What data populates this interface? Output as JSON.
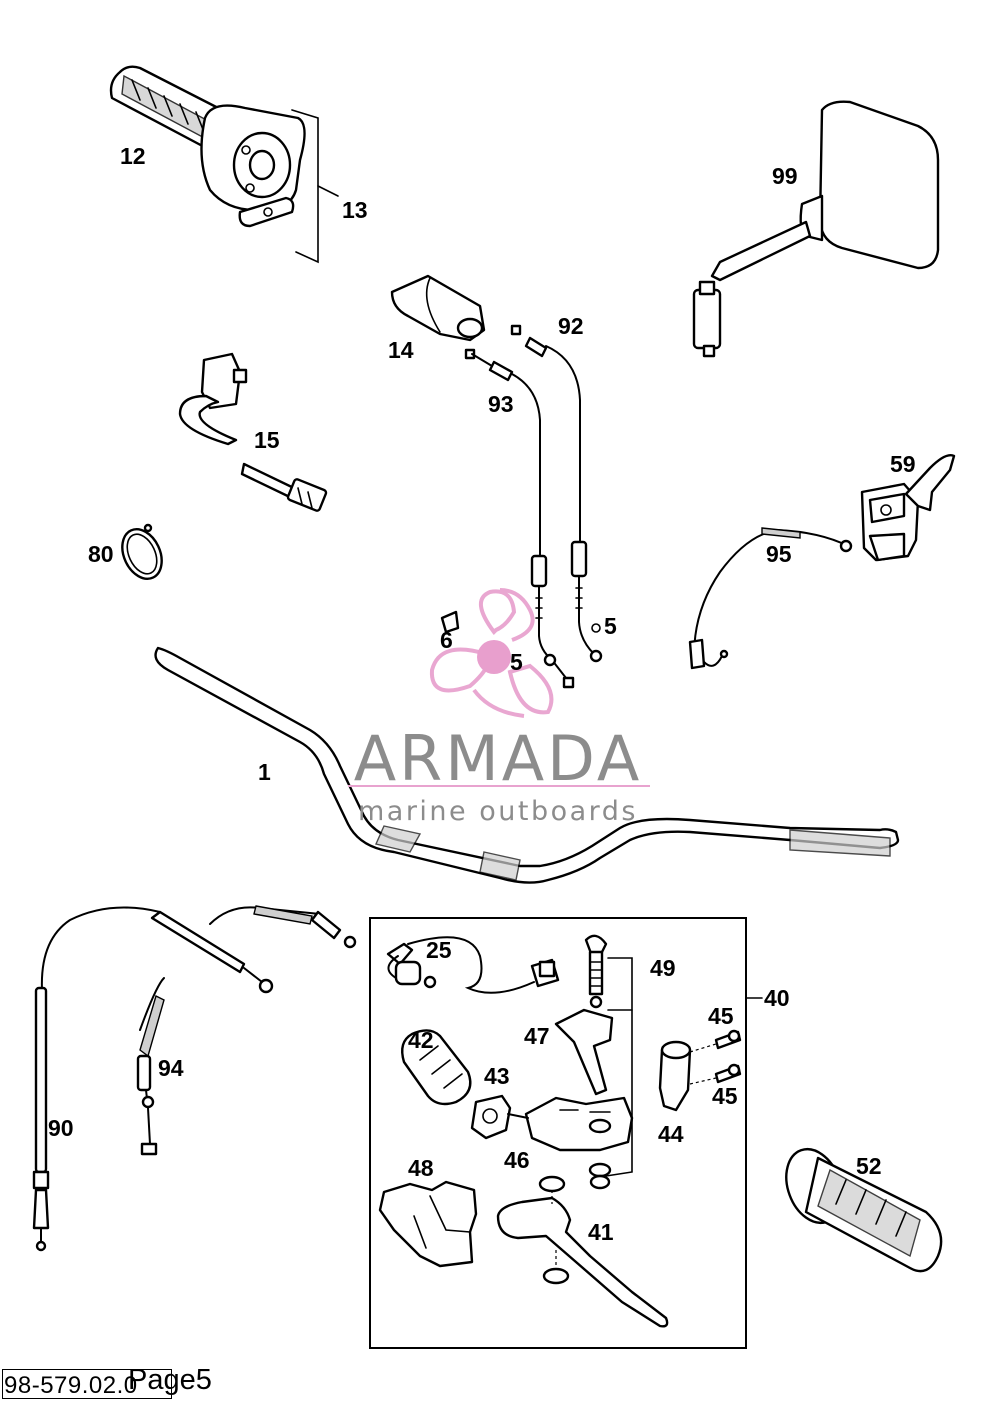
{
  "labels": {
    "p1": "1",
    "p5a": "5",
    "p5b": "5",
    "p6": "6",
    "p12": "12",
    "p13": "13",
    "p14": "14",
    "p15": "15",
    "p25": "25",
    "p40": "40",
    "p41": "41",
    "p42": "42",
    "p43": "43",
    "p44": "44",
    "p45a": "45",
    "p45b": "45",
    "p46": "46",
    "p47": "47",
    "p48": "48",
    "p49": "49",
    "p52": "52",
    "p59": "59",
    "p80": "80",
    "p90": "90",
    "p92": "92",
    "p93": "93",
    "p94": "94",
    "p95": "95",
    "p99": "99"
  },
  "watermark": {
    "brand": "ARMADA",
    "tagline": "marine outboards",
    "colors": {
      "logo_pink": "#e8a3cf",
      "logo_dot": "#e79acb",
      "text_grey": "#8c8c8c"
    }
  },
  "footer": {
    "code": "98-579.02.0",
    "page": "Page5"
  }
}
